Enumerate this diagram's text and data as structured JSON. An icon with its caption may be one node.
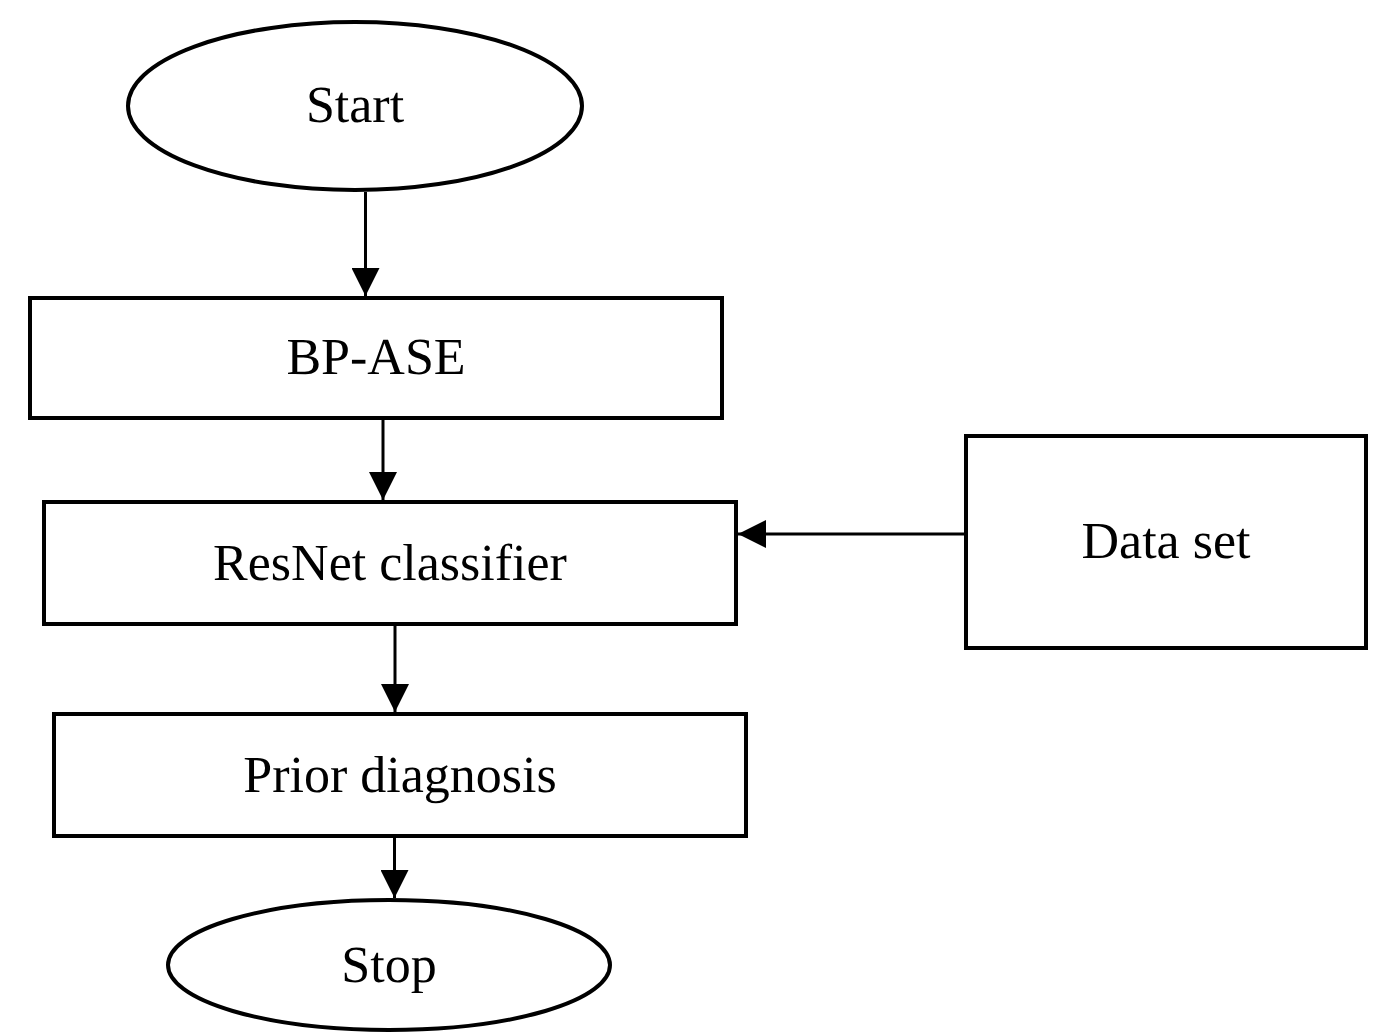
{
  "diagram": {
    "nodes": [
      {
        "text": [
          "Start"
        ]
      },
      {
        "text": [
          "BP-ASE"
        ]
      },
      {
        "text": [
          "ResNet classifier"
        ]
      },
      {
        "text": [
          "Data set"
        ]
      },
      {
        "text": [
          "Prior diagnosis"
        ]
      },
      {
        "text": [
          "Stop"
        ]
      }
    ],
    "edges": [
      {
        "from": 0,
        "to": 1,
        "arrow": "to"
      },
      {
        "from": 1,
        "to": 2,
        "arrow": "to"
      },
      {
        "from": 3,
        "to": 2,
        "arrow": "to"
      },
      {
        "from": 2,
        "to": 4,
        "arrow": "to"
      },
      {
        "from": 4,
        "to": 5,
        "arrow": "to"
      }
    ]
  }
}
